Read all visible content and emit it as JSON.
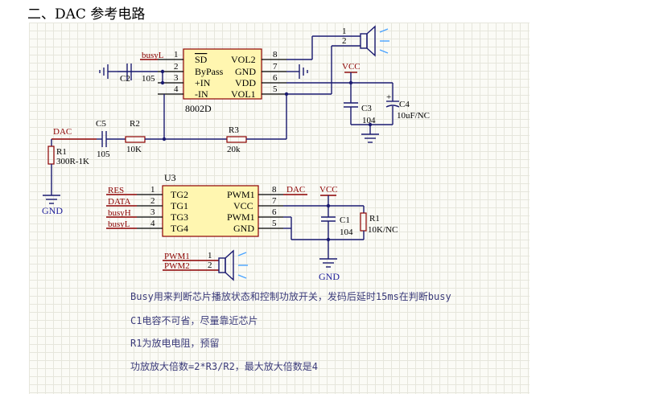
{
  "heading": "二、DAC 参考电路",
  "chip_u1": {
    "name": "8002D",
    "left_pins": [
      {
        "num": "1",
        "name": "SD"
      },
      {
        "num": "2",
        "name": "ByPass"
      },
      {
        "num": "3",
        "name": "+IN"
      },
      {
        "num": "4",
        "name": "-IN"
      }
    ],
    "right_pins": [
      {
        "num": "8",
        "name": "VOL2"
      },
      {
        "num": "7",
        "name": "GND"
      },
      {
        "num": "6",
        "name": "VDD"
      },
      {
        "num": "5",
        "name": "VOL1"
      }
    ]
  },
  "chip_u3": {
    "name": "U3",
    "left_pins": [
      {
        "num": "1",
        "name": "TG2"
      },
      {
        "num": "2",
        "name": "TG1"
      },
      {
        "num": "3",
        "name": "TG3"
      },
      {
        "num": "4",
        "name": "TG4"
      }
    ],
    "right_pins": [
      {
        "num": "8",
        "name": "PWM1"
      },
      {
        "num": "7",
        "name": "VCC"
      },
      {
        "num": "6",
        "name": "PWM1"
      },
      {
        "num": "5",
        "name": "GND"
      }
    ]
  },
  "nets": {
    "busyL_top": "busyL",
    "dac_left": "DAC",
    "dac_u3": "DAC",
    "vcc_top": "VCC",
    "vcc_bottom": "VCC",
    "gnd_left": "GND",
    "gnd_bottom": "GND",
    "u3_left_nets": [
      "RES",
      "DATA",
      "busyH",
      "busyL"
    ],
    "pwm1": "PWM1",
    "pwm2": "PWM2"
  },
  "components": {
    "c2": {
      "ref": "C2",
      "value": "105"
    },
    "c5": {
      "ref": "C5",
      "value": "105"
    },
    "r2": {
      "ref": "R2",
      "value": "10K"
    },
    "r3": {
      "ref": "R3",
      "value": "20k"
    },
    "r1_top": {
      "ref": "R1",
      "value": "300R-1K"
    },
    "c3": {
      "ref": "C3",
      "value": "104"
    },
    "c4": {
      "ref": "C4",
      "value": "10uF/NC"
    },
    "c1": {
      "ref": "C1",
      "value": "104"
    },
    "r1_bottom": {
      "ref": "R1",
      "value": "10K/NC"
    }
  },
  "speaker_top_pins": [
    "1",
    "2"
  ],
  "speaker_bottom_pins": [
    "1",
    "2"
  ],
  "notes": [
    "Busy用来判断芯片播放状态和控制功放开关，发码后延时15ms在判断busy",
    "C1电容不可省，尽量靠近芯片",
    "R1为放电电阻，预留",
    "功放放大倍数=2*R3/R2，最大放大倍数是4"
  ]
}
